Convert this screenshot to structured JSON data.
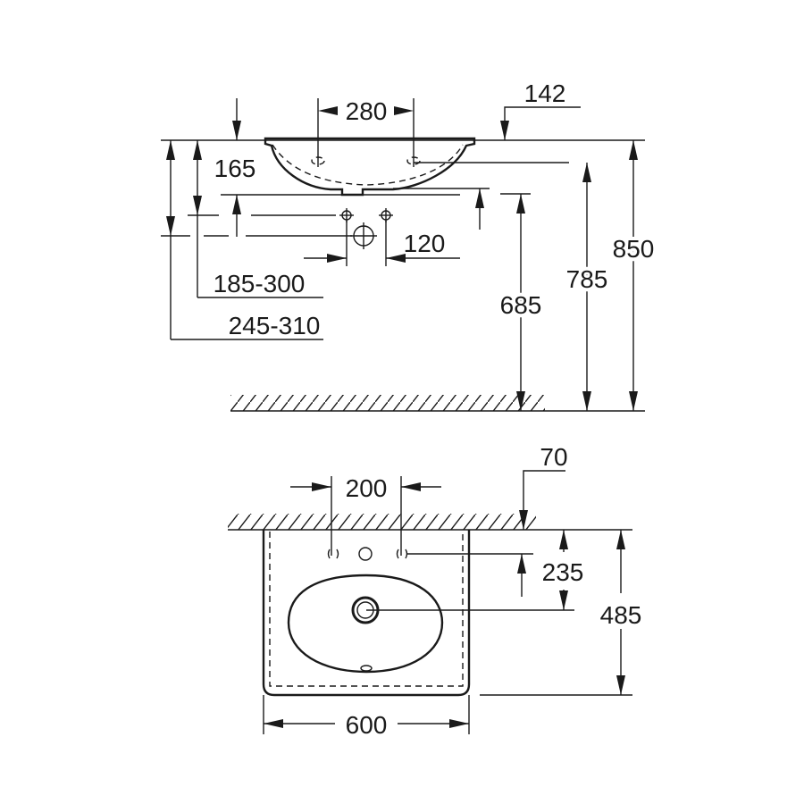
{
  "side_view": {
    "title": "Side elevation",
    "dimensions": {
      "tap_hole_spacing": "280",
      "rim_offset": "142",
      "basin_depth": "165",
      "waste_offset": "120",
      "trap_height_range": "185-300",
      "supply_height_range": "245-310",
      "waste_height": "685",
      "overflow_height": "785",
      "rim_height": "850"
    }
  },
  "plan_view": {
    "title": "Plan view",
    "dimensions": {
      "tap_hole_spacing": "200",
      "wall_gap": "70",
      "drain_distance": "235",
      "depth": "485",
      "width": "600"
    }
  }
}
